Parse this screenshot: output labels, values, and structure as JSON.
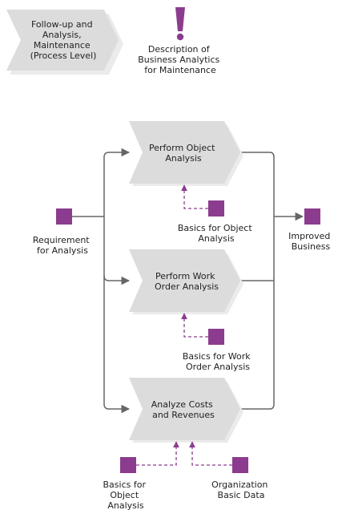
{
  "colors": {
    "process_fill": "#dcdcdc",
    "process_shadow": "#ebebeb",
    "object_fill": "#8b3c8e",
    "flow_line": "#666666",
    "dashed_line": "#8b3c8e",
    "text": "#222222"
  },
  "header": {
    "context_chevron": [
      "Follow-up and",
      "Analysis,",
      "Maintenance",
      "(Process Level)"
    ],
    "description": [
      "Description of",
      "Business Analytics",
      "for Maintenance"
    ],
    "description_icon": "exclamation-icon"
  },
  "processes": [
    {
      "lines": [
        "Perform Object",
        "Analysis"
      ]
    },
    {
      "lines": [
        "Perform Work",
        "Order Analysis"
      ]
    },
    {
      "lines": [
        "Analyze Costs",
        "and Revenues"
      ]
    }
  ],
  "objects": {
    "requirement": [
      "Requirement",
      "for Analysis"
    ],
    "improved": [
      "Improved",
      "Business"
    ],
    "basics_object_1": [
      "Basics for Object",
      "Analysis"
    ],
    "basics_work_order": [
      "Basics for Work",
      "Order Analysis"
    ],
    "basics_object_2": [
      "Basics for",
      "Object",
      "Analysis"
    ],
    "org_basic_data": [
      "Organization",
      "Basic Data"
    ]
  }
}
